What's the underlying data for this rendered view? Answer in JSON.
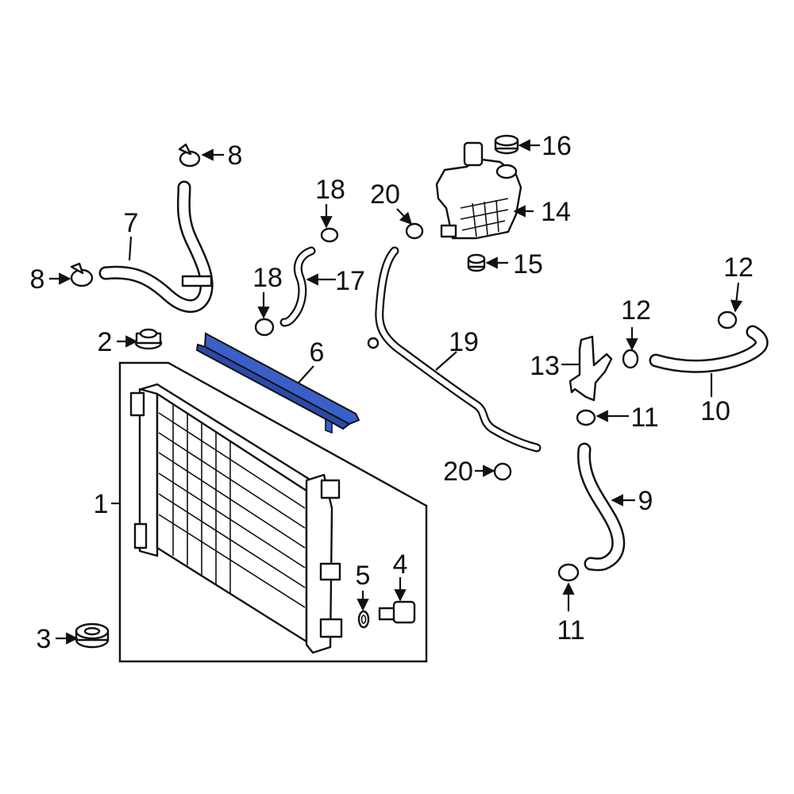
{
  "colors": {
    "highlight_part": "#3a5fc8",
    "line": "#111111",
    "background": "#ffffff"
  },
  "callouts": {
    "c1": "1",
    "c2": "2",
    "c3": "3",
    "c4": "4",
    "c5": "5",
    "c6": "6",
    "c7": "7",
    "c8a": "8",
    "c8b": "8",
    "c9": "9",
    "c10": "10",
    "c11a": "11",
    "c11b": "11",
    "c12a": "12",
    "c12b": "12",
    "c13": "13",
    "c14": "14",
    "c15": "15",
    "c16": "16",
    "c17": "17",
    "c18a": "18",
    "c18b": "18",
    "c19": "19",
    "c20a": "20",
    "c20b": "20"
  }
}
